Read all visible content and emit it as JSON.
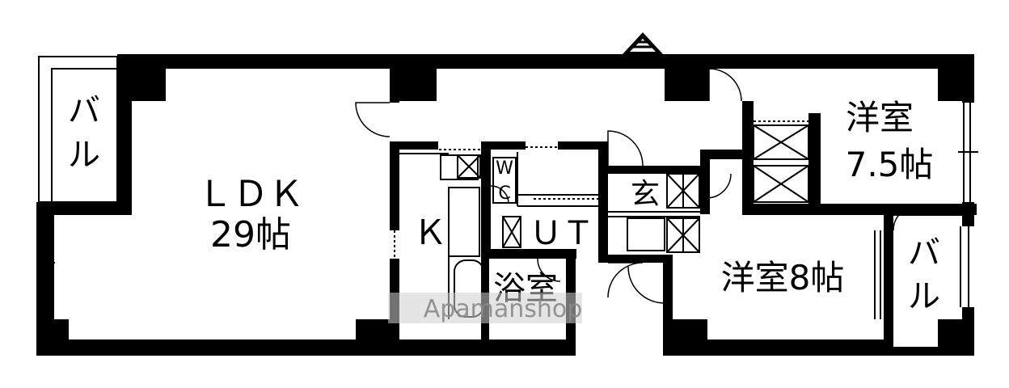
{
  "colors": {
    "wall": "#000000",
    "line": "#000000",
    "thin": "#555555",
    "background": "#ffffff",
    "watermark": "#9a9a9a"
  },
  "rooms": {
    "ldk": {
      "label": "ＬＤＫ",
      "size": "29帖"
    },
    "kitchen": {
      "label": "Ｋ"
    },
    "balcony_left": {
      "chars": [
        "バ",
        "ル"
      ]
    },
    "balcony_right": {
      "chars": [
        "バ",
        "ル"
      ]
    },
    "western_room_upper": {
      "label": "洋室",
      "size": "7.5帖"
    },
    "western_room_lower": {
      "label": "洋室8帖"
    },
    "washroom": {
      "label": "ＵＴ"
    },
    "bath": {
      "label": "浴室"
    },
    "entrance": {
      "label": "玄"
    },
    "washing_machine": {
      "chars": [
        "W",
        "C"
      ]
    }
  },
  "watermark": {
    "text": "Apamanshop"
  }
}
